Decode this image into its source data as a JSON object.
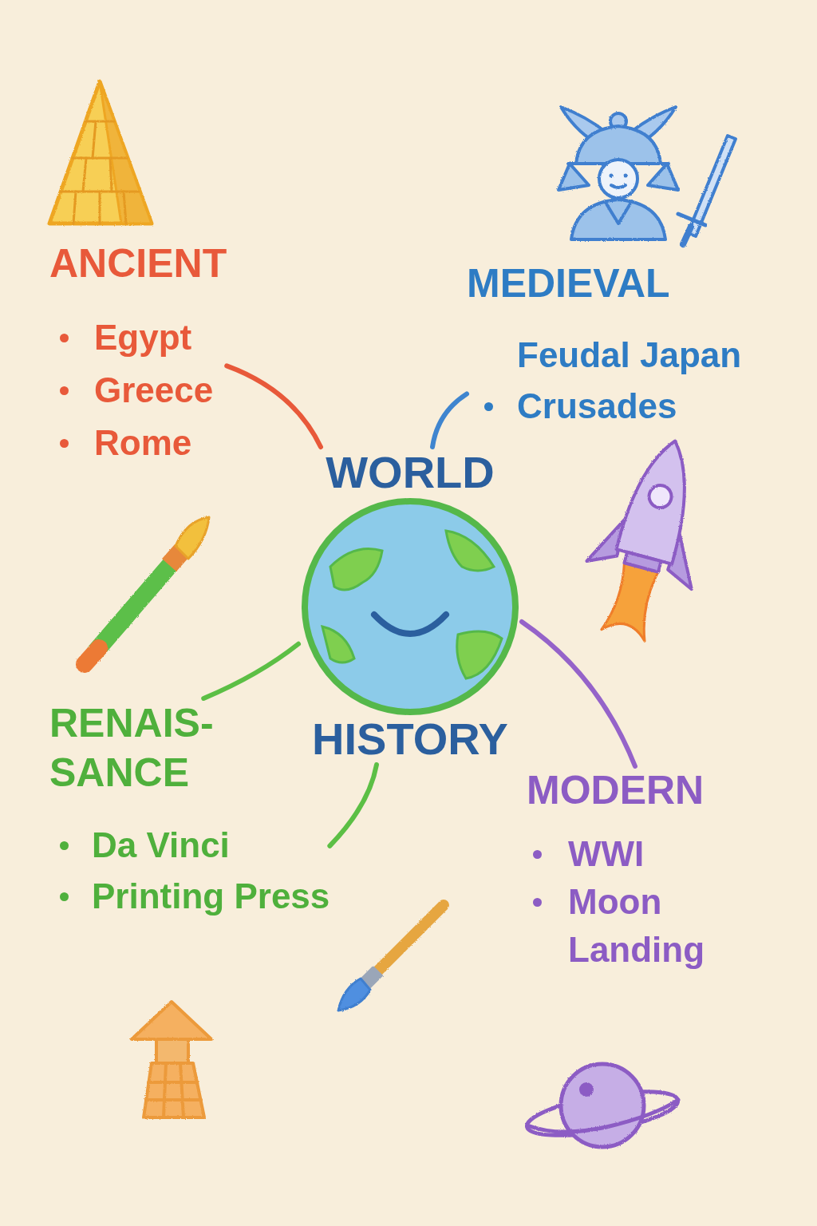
{
  "diagram": {
    "nodes": [
      {
        "text": [
          "ANCIENT",
          "Egypt",
          "Greece",
          "Rome"
        ]
      },
      {
        "text": [
          "MEDIEVAL",
          "Feudal Japan",
          "Crusades"
        ]
      },
      {
        "text": [
          "WORLD",
          "HISTORY"
        ]
      },
      {
        "text": [
          "RENAIS- SANCE",
          "Da Vinci",
          "Printing Press"
        ]
      },
      {
        "text": [
          "MODERN",
          "WWI",
          "Moon Landing"
        ]
      }
    ],
    "edges": [
      {
        "from": 2,
        "to": 0,
        "arrow": "none"
      },
      {
        "from": 2,
        "to": 1,
        "arrow": "none"
      },
      {
        "from": 2,
        "to": 3,
        "arrow": "none"
      },
      {
        "from": 2,
        "to": 3,
        "arrow": "none"
      },
      {
        "from": 2,
        "to": 4,
        "arrow": "none"
      }
    ]
  }
}
